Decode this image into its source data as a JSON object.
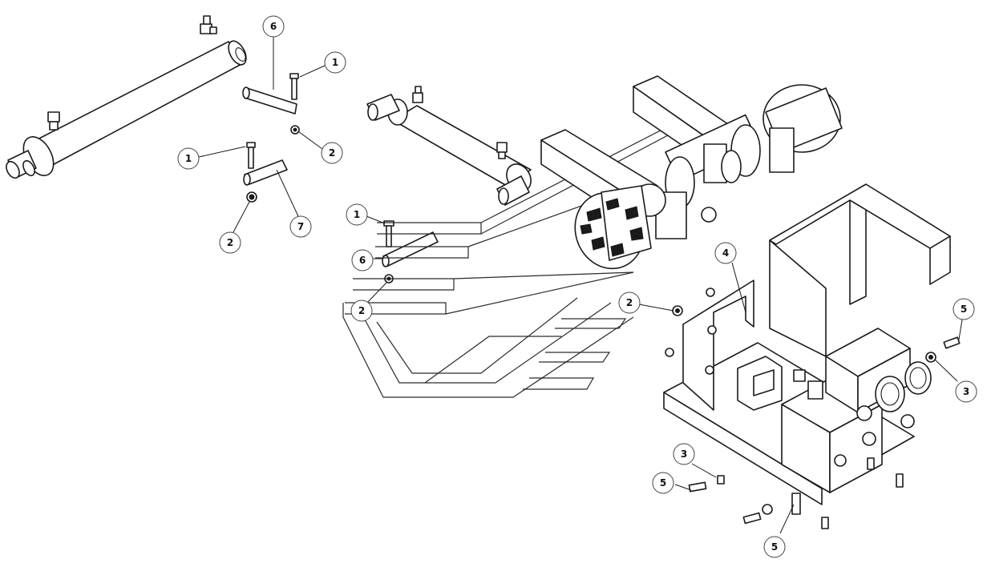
{
  "callouts": [
    {
      "id": "c1",
      "label": "6"
    },
    {
      "id": "c2",
      "label": "1"
    },
    {
      "id": "c3",
      "label": "2"
    },
    {
      "id": "c4",
      "label": "1"
    },
    {
      "id": "c5",
      "label": "7"
    },
    {
      "id": "c6",
      "label": "2"
    },
    {
      "id": "c7",
      "label": "1"
    },
    {
      "id": "c8",
      "label": "6"
    },
    {
      "id": "c9",
      "label": "2"
    },
    {
      "id": "c10",
      "label": "4"
    },
    {
      "id": "c11",
      "label": "2"
    },
    {
      "id": "c12",
      "label": "5"
    },
    {
      "id": "c13",
      "label": "3"
    },
    {
      "id": "c14",
      "label": "3"
    },
    {
      "id": "c15",
      "label": "5"
    },
    {
      "id": "c16",
      "label": "5"
    }
  ]
}
